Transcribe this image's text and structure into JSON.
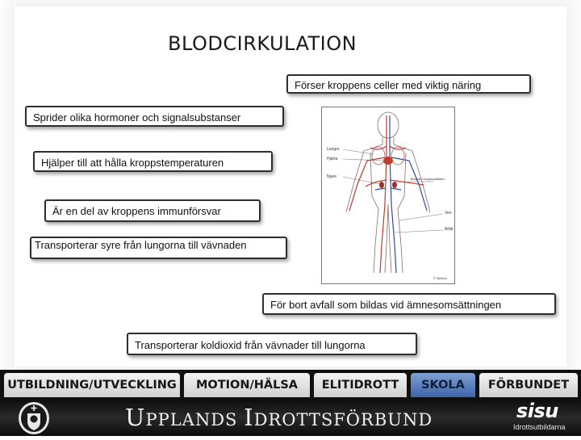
{
  "slide": {
    "title": "BLODCIRKULATION",
    "callouts": [
      "Förser kroppens celler med viktig näring",
      "Sprider olika hormoner och signalsubstanser",
      "Hjälper till att hålla kroppstemperaturen",
      "Är en del av kroppens immunförsvar",
      "Transporterar syre från lungorna till vävnaden",
      "För bort avfall som bildas vid ämnesomsättningen",
      "Transporterar koldioxid från vävnader till lungorna"
    ],
    "diagram_labels": {
      "lungor": "Lungor",
      "hjarta": "Hjärta",
      "njure": "Njure",
      "blodkarl": "Blodkärl i kroppspulsådern",
      "ven": "Ven",
      "artar": "Artär",
      "credit": "© Tanimun"
    }
  },
  "nav": {
    "tabs": [
      "UTBILDNING/UTVECKLING",
      "MOTION/HÄLSA",
      "ELITIDROTT",
      "SKOLA",
      "FÖRBUNDET"
    ],
    "active_index": 3,
    "active_color": "#4d74b8"
  },
  "footer": {
    "brand_initial_1": "U",
    "brand_rest_1": "PPLANDS ",
    "brand_initial_2": "I",
    "brand_rest_2": "DROTTSFÖRBUND",
    "sisu_name": "sisu",
    "sisu_subtitle": "Idrottsutbildarna"
  }
}
